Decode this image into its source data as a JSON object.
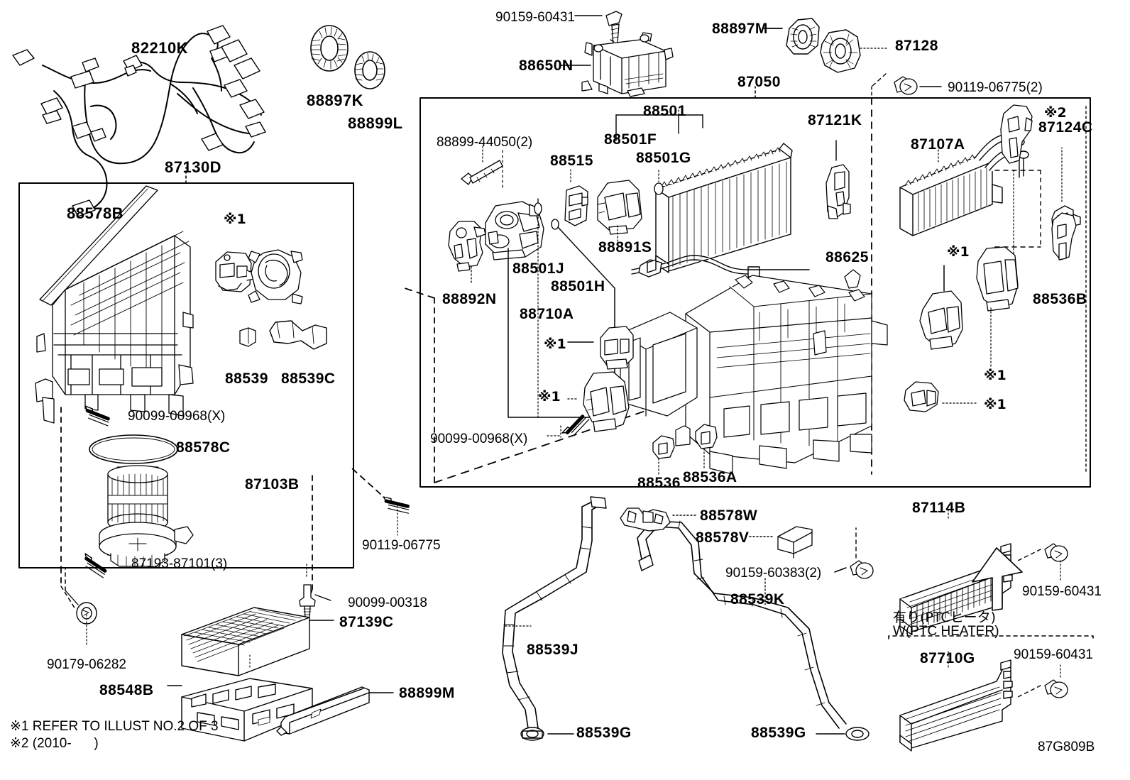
{
  "diagram": {
    "sheet_code": "87G809B",
    "notes": [
      "※1 REFER TO ILLUST NO.2 OF 3",
      "※2 (2010-      )"
    ],
    "ptc_note_jp": "有り(PTCヒータ)",
    "ptc_note_en": "W(PTC HEATER)"
  },
  "labels": {
    "harness": "82210K",
    "seal_k": "88897K",
    "seal_l": "88899L",
    "group_left": "87130D",
    "duct_seal_b": "88578B",
    "ref1_a": "※1",
    "grommet_539": "88539",
    "hose_539c": "88539C",
    "screw_00968_left": "90099-00968(X)",
    "seal_578c": "88578C",
    "blower_87103b": "87103B",
    "screw_87193": "87193-87101(3)",
    "screw_90119_left": "90119-06775",
    "plug_90179": "90179-06282",
    "bolt_00318": "90099-00318",
    "filter_87139c": "87139C",
    "case_88548b": "88548B",
    "seal_88899m": "88899M",
    "bolt_60431_top": "90159-60431",
    "amplifier_88650n": "88650N",
    "seal_88897m": "88897M",
    "blower_87128": "87128",
    "group_main": "87050",
    "bolt_90119_right": "90119-06775(2)",
    "bolt_88899_44050": "88899-44050(2)",
    "sensor_88515": "88515",
    "evap_88501": "88501",
    "evap_88501f": "88501F",
    "evap_88501g": "88501G",
    "servo_88501j": "88501J",
    "servo_88501h": "88501H",
    "servo_88710a": "88710A",
    "servo_88892n": "88892N",
    "servo_88891s": "88891S",
    "clip_87121k": "87121K",
    "heater_87107a": "87107A",
    "ref2": "※2",
    "clip_87124c": "87124C",
    "bracket_88536b": "88536B",
    "harness_88625": "88625",
    "ref1_b": "※1",
    "ref1_c": "※1",
    "ref1_d": "※1",
    "ref1_e": "※1",
    "ref1_f": "※1",
    "ref1_g": "※1",
    "screw_00968_main": "90099-00968(X)",
    "bracket_88536": "88536",
    "bracket_88536a": "88536A",
    "clamp_88578w": "88578W",
    "clamp_88578v": "88578V",
    "bolt_90159_60383": "90159-60383(2)",
    "hose_88539k": "88539K",
    "hose_88539j": "88539J",
    "grommet_88539g_left": "88539G",
    "grommet_88539g_right": "88539G",
    "ptc_87114b": "87114B",
    "bolt_60431_right": "90159-60431",
    "heater_87710g": "87710G",
    "bolt_60431_bottom": "90159-60431"
  }
}
